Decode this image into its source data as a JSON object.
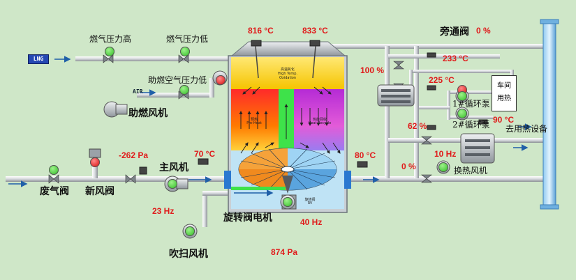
{
  "labels": {
    "gas_pressure_high": "燃气压力高",
    "gas_pressure_low": "燃气压力低",
    "combustion_air_pressure_low": "助燃空气压力低",
    "combustion_fan": "助燃风机",
    "fresh_air_valve": "新风阀",
    "waste_gas_valve": "废气阀",
    "main_fan": "主风机",
    "purge_fan": "吹扫风机",
    "rotary_valve_motor": "旋转阀电机",
    "bypass_valve": "旁通阀",
    "pump1": "1#循环泵",
    "pump2": "2#循环泵",
    "to_heat_equipment": "去用热设备",
    "heat_exchange_fan": "换热风机",
    "workshop_heat_1": "车间",
    "workshop_heat_2": "用热",
    "lng": "LNG",
    "air": "AIR"
  },
  "chamber_text": {
    "top_cn": "高温氧化",
    "top_en_1": "High Temp.",
    "top_en_2": "Oxidation",
    "left_cn": "预热",
    "left_en": "Pre-Heat",
    "right_cn": "热能回收",
    "right_en": "Heat Recycle",
    "bottom_cn": "旋转阀",
    "bottom_en": "RV"
  },
  "values": {
    "temp_816": "816 °C",
    "temp_833": "833 °C",
    "pct_100": "100 %",
    "bypass_pct": "0 %",
    "temp_233": "233 °C",
    "temp_225": "225 °C",
    "pct_62": "62 %",
    "temp_90": "90 °C",
    "freq_10": "10 Hz",
    "temp_80": "80 °C",
    "pct_0_low": "0 %",
    "pressure_262": "-262 Pa",
    "temp_70": "70 °C",
    "freq_23": "23 Hz",
    "freq_40": "40 Hz",
    "pressure_874": "874 Pa"
  },
  "status_colors": {
    "running": "#26b61b",
    "alarm": "#d40000"
  },
  "indicators": {
    "gas_pressure_high": "running",
    "gas_pressure_low": "running",
    "combustion_air_pressure_low": "running",
    "combustion_fan_status": "alarm",
    "fresh_air_valve": "alarm",
    "waste_gas_valve": "running",
    "main_fan": "running",
    "purge_fan": "running",
    "rotary_valve": "running",
    "pump1_top": "alarm",
    "pump1": "running",
    "pump2": "running",
    "heat_exchange_fan": "running"
  }
}
